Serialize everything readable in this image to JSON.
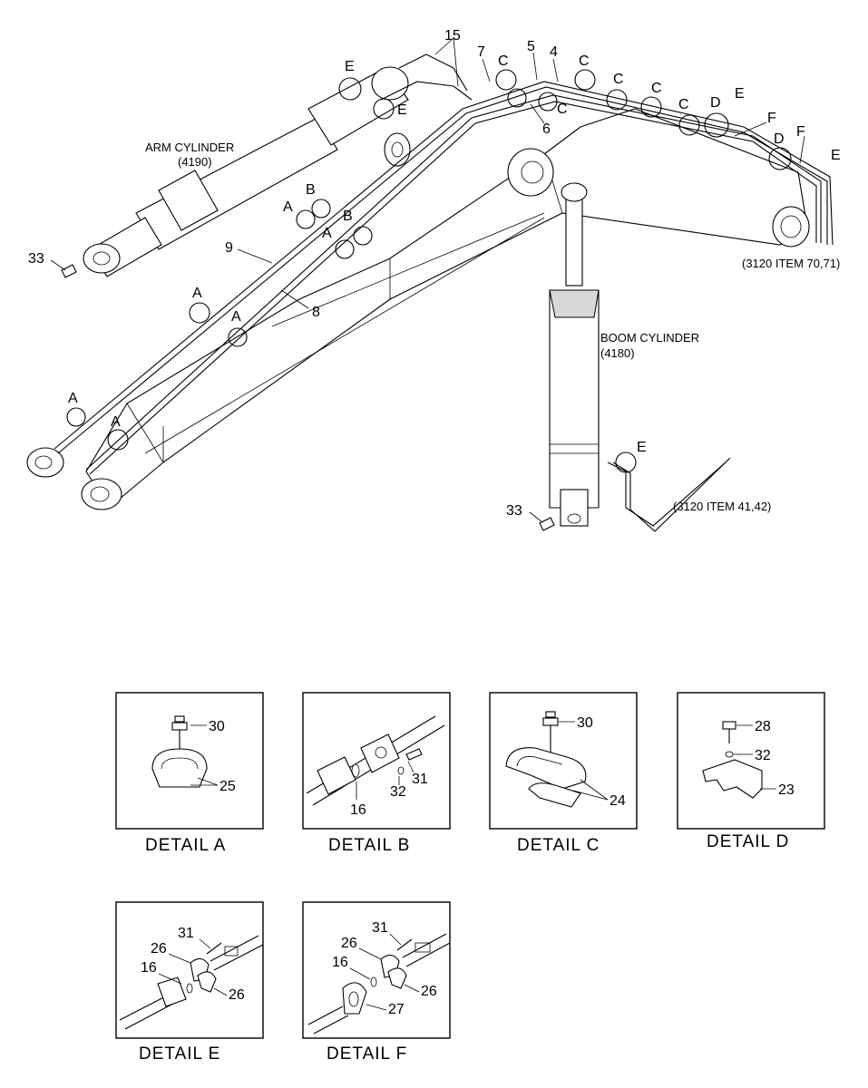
{
  "main_labels": {
    "arm_cylinder": "ARM CYLINDER",
    "arm_cylinder_ref": "(4190)",
    "boom_cylinder": "BOOM CYLINDER",
    "boom_cylinder_ref": "(4180)",
    "ref_70_71": "(3120 ITEM 70,71)",
    "ref_41_42": "(3120 ITEM 41,42)"
  },
  "callouts": {
    "n15": "15",
    "n7": "7",
    "n5": "5",
    "n4": "4",
    "n6": "6",
    "n9": "9",
    "n8": "8",
    "n33a": "33",
    "n33b": "33",
    "A": "A",
    "B": "B",
    "C": "C",
    "D": "D",
    "E": "E",
    "F": "F"
  },
  "details": [
    {
      "caption": "DETAIL  A",
      "parts": [
        "30",
        "25"
      ]
    },
    {
      "caption": "DETAIL  B",
      "parts": [
        "31",
        "32",
        "16"
      ]
    },
    {
      "caption": "DETAIL  C",
      "parts": [
        "30",
        "24"
      ]
    },
    {
      "caption": "DETAIL  D",
      "parts": [
        "28",
        "32",
        "23"
      ]
    },
    {
      "caption": "DETAIL  E",
      "parts": [
        "31",
        "26",
        "16",
        "26"
      ]
    },
    {
      "caption": "DETAIL  F",
      "parts": [
        "31",
        "26",
        "16",
        "26",
        "27"
      ]
    }
  ]
}
